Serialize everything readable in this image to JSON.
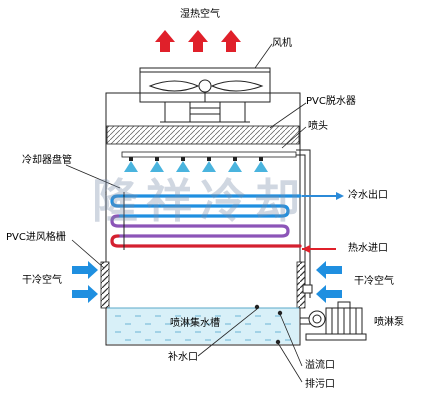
{
  "labels": {
    "humid_air": "湿热空气",
    "fan": "风机",
    "pvc_eliminator": "PVC脱水器",
    "nozzle": "喷头",
    "coil": "冷却器盘管",
    "water_outlet": "冷水出口",
    "pvc_louver": "PVC进风格栅",
    "hot_inlet": "热水进口",
    "dry_air_left": "干冷空气",
    "dry_air_right": "干冷空气",
    "spray_pump": "喷淋泵",
    "basin": "喷淋集水槽",
    "makeup": "补水口",
    "overflow": "溢流口",
    "drain": "排污口"
  },
  "watermark": "隆祥冷却",
  "colors": {
    "red_arrow": "#e0202a",
    "blue_arrow": "#2b8ad8",
    "coil_red": "#d42030",
    "coil_blue": "#1f8fe0",
    "coil_purple": "#8c55b8",
    "water": "#8fd0e8"
  }
}
